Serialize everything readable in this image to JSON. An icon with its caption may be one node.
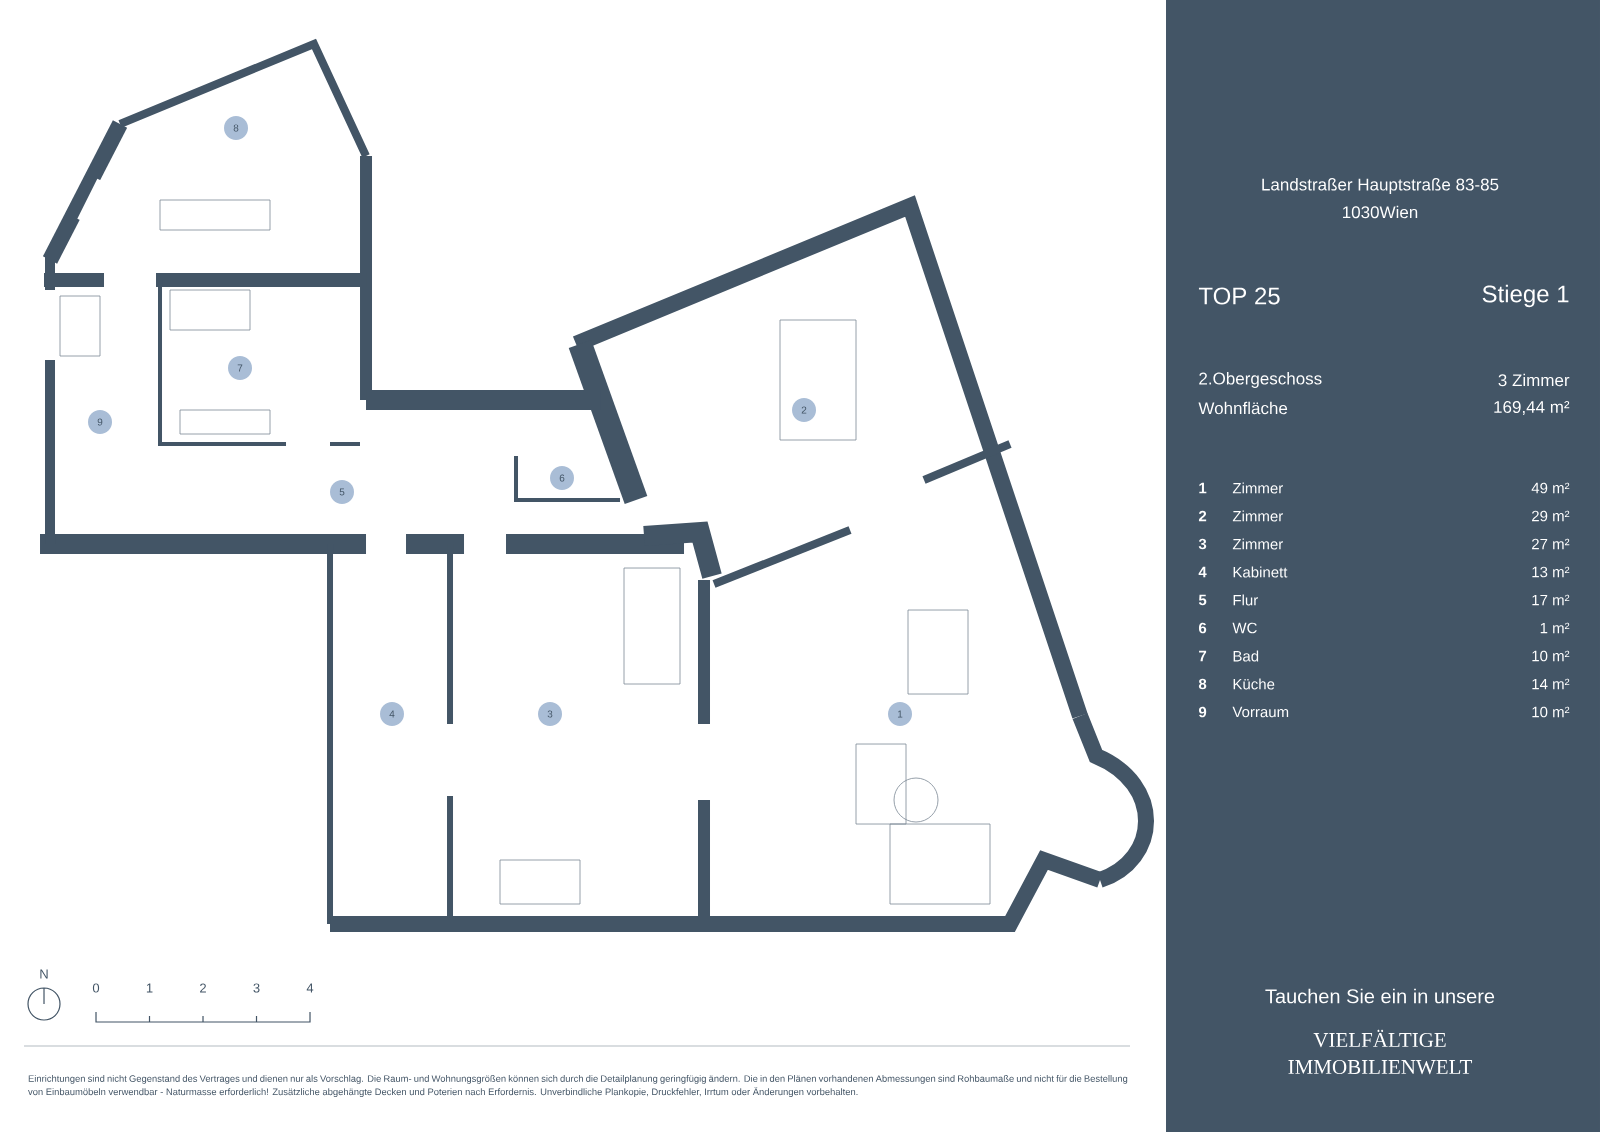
{
  "diagram": {
    "nodes": [
      {
        "text": [
          "8"
        ]
      },
      {
        "text": [
          "7"
        ]
      },
      {
        "text": [
          "2"
        ]
      },
      {
        "text": [
          "9"
        ]
      },
      {
        "text": [
          "6"
        ]
      },
      {
        "text": [
          "5"
        ]
      },
      {
        "text": [
          "4"
        ]
      },
      {
        "text": [
          "3"
        ]
      },
      {
        "text": [
          "1"
        ]
      }
    ],
    "labels": [
      "Landstraßer Hauptstraße  83-85",
      "1030Wien",
      "TOP 25",
      "Stiege 1",
      "2.Obergeschoss",
      "3 Zimmer",
      "Wohnfläche",
      "169,44  m²",
      "1",
      "Zimmer",
      "49 m²",
      "2",
      "Zimmer",
      "29 m²",
      "3",
      "Zimmer",
      "27 m²",
      "4",
      "Kabinett",
      "13 m²",
      "5",
      "Flur",
      "17 m²",
      "6",
      "WC",
      "1 m²",
      "7",
      "Bad",
      "10 m²",
      "8",
      "Küche",
      "14 m²",
      "9",
      "Vorraum",
      "10 m²",
      "N",
      "0",
      "1",
      "2",
      "3",
      "4",
      "Einrichtungen sind nicht Gegenstand des Vertrages und dienen nur als Vorschlag. Die Raum- und Wohnungsgrößen können sich durch die Detailplanung geringfügig ändern. Die in den Plänen vorhandenen Abmessungen sind Rohbaumaße und nicht für die Bestellung von Einbaumöbeln verwendbar - Naturmasse erforderlich! Zusätzliche abgehängte Decken und Poterien nach Erfordernis. Unverbindliche Plankopie, Druckfehler, Irrtum oder Änderungen vorbehalten.",
      "Tauchen Sie ein in unsere",
      "VIELFÄLTIGE IMMOBILIENWELT"
    ]
  }
}
